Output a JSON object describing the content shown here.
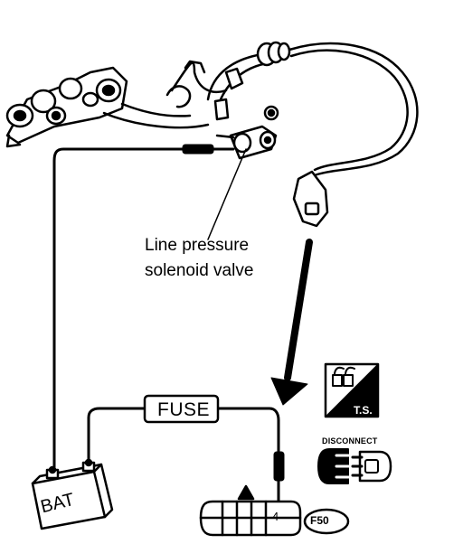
{
  "callout": {
    "line1": "Line pressure",
    "line2": "solenoid valve"
  },
  "fuse_label": "FUSE",
  "battery_label": "BAT",
  "connector_pin": "4",
  "disconnect_label": "DISCONNECT",
  "ts_label": "T.S.",
  "connector_code": "F50",
  "icons": {
    "ts": "tester-icon",
    "disconnect": "disconnect-connector-icon"
  },
  "colors": {
    "ink": "#000000",
    "paper": "#ffffff"
  }
}
